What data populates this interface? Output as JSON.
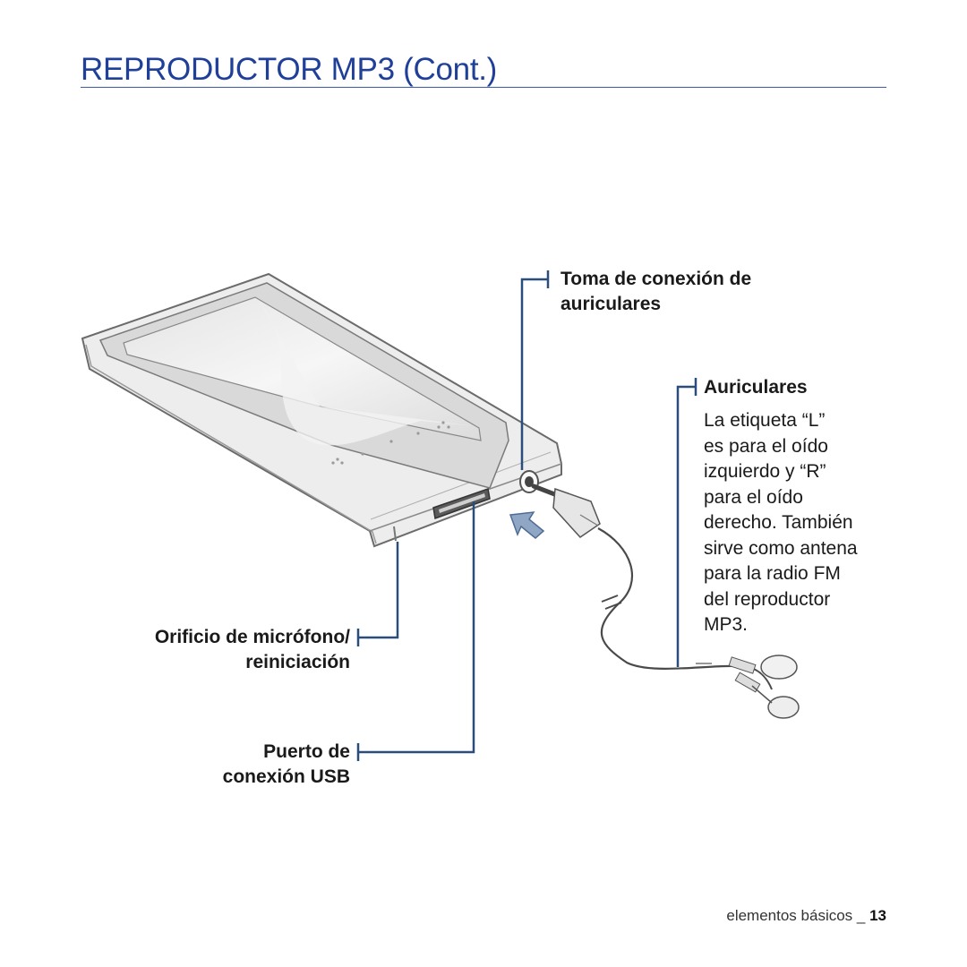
{
  "page": {
    "title": "REPRODUCTOR MP3 (Cont.)"
  },
  "callouts": {
    "headphone_jack": [
      "Toma de conexión de",
      "auriculares"
    ],
    "earphones": {
      "title": "Auriculares",
      "description": [
        "La etiqueta “L”",
        "es para el oído",
        "izquierdo y “R”",
        "para el oído",
        "derecho. También",
        "sirve como antena",
        "para la radio FM",
        "del reproductor",
        "MP3."
      ]
    },
    "mic_reset": [
      "Orificio de micrófono/",
      "reiniciación"
    ],
    "usb_port": [
      "Puerto de",
      "conexión USB"
    ]
  },
  "footer": {
    "section": "elementos básicos _ ",
    "page_number": "13"
  },
  "colors": {
    "title": "#1f3f98",
    "callout_line": "#2a4d7c",
    "arrow": "#8fa6c4"
  },
  "icons": [
    "mp3-player-illustration",
    "insert-arrow-icon",
    "earphones-illustration"
  ]
}
